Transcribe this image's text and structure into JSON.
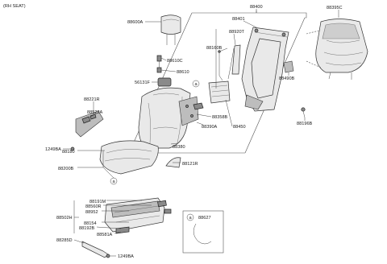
{
  "header": {
    "title": "(RH SEAT)"
  },
  "labels": {
    "l88400": "88400",
    "l88395C": "88395C",
    "l88600A": "88600A",
    "l88401": "88401",
    "l88920T": "88920T",
    "l88160B": "88160B",
    "l88610C": "88610C",
    "l88610": "88610",
    "l88490B": "88490B",
    "l56131F": "56131F",
    "l88221R": "88221R",
    "l88522A": "88522A",
    "l88358B": "88358B",
    "l88390A": "88390A",
    "l88450": "88450",
    "l88196B": "88196B",
    "l1249BA_a": "1249BA",
    "l88380": "88380",
    "l88180": "88180",
    "l88200B": "88200B",
    "l88121R": "88121R",
    "l88191M": "88191M",
    "l88560R": "88560R",
    "l88952": "88952",
    "l88502H": "88502H",
    "l88154": "88154",
    "l88192B": "88192B",
    "l88581A": "88581A",
    "l88285D": "88285D",
    "l1249BA_b": "1249BA",
    "l88627": "88627",
    "callout_a1": "a",
    "callout_a2": "a",
    "callout_a3": "a"
  },
  "colors": {
    "line": "#444444",
    "part_fill": "#e9e9e9",
    "dark_fill": "#8a8a8a"
  }
}
